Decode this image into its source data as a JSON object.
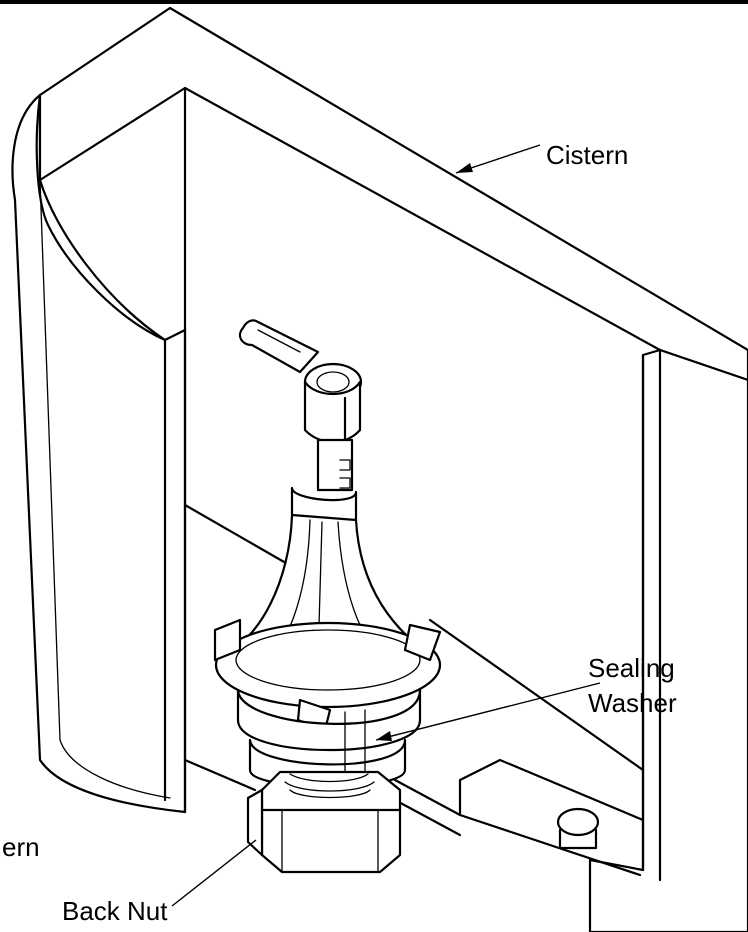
{
  "labels": {
    "cistern": "Cistern",
    "sealing_washer_line1": "Sealing",
    "sealing_washer_line2": "Washer",
    "back_nut": "Back Nut",
    "partial_left": "ern"
  }
}
